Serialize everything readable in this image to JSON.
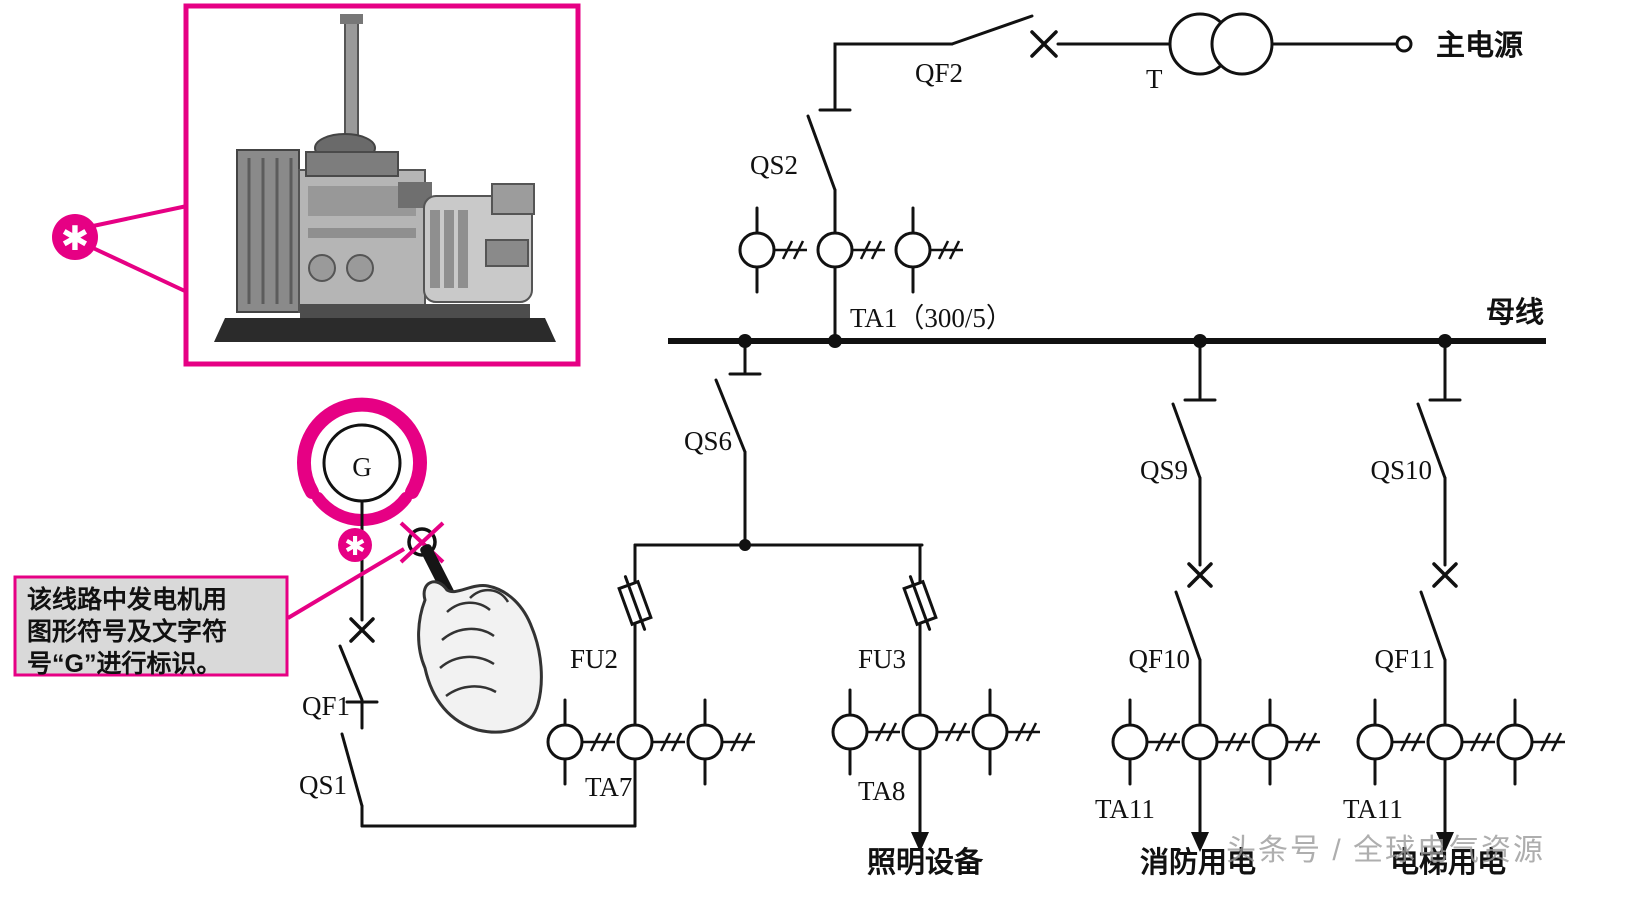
{
  "colors": {
    "accent": "#e60084",
    "line": "#111111",
    "note_bg": "#d9d9d9",
    "watermark": "#9b9b9b"
  },
  "annotation": {
    "asterisk": "✱",
    "note_lines": [
      "该线路中发电机用",
      "图形符号及文字符",
      "号“G”进行标识。"
    ]
  },
  "generator": {
    "symbol": "G"
  },
  "source": {
    "breaker": "QF2",
    "transformer": "T",
    "main_power": "主电源",
    "switch": "QS2",
    "ct": "TA1（300/5）",
    "busbar": "母线"
  },
  "feeders": {
    "qs6": "QS6",
    "fu2": "FU2",
    "ta7": "TA7",
    "fu3": "FU3",
    "ta8": "TA8",
    "lighting": "照明设备",
    "qs9": "QS9",
    "qf10": "QF10",
    "ta11_fire": "TA11",
    "fire": "消防用电",
    "qs10": "QS10",
    "qf11": "QF11",
    "ta11_elevator": "TA11",
    "elevator": "电梯用电"
  },
  "generator_branch": {
    "qf1": "QF1",
    "qs1": "QS1"
  },
  "watermark": "头条号 / 全球电气资源"
}
